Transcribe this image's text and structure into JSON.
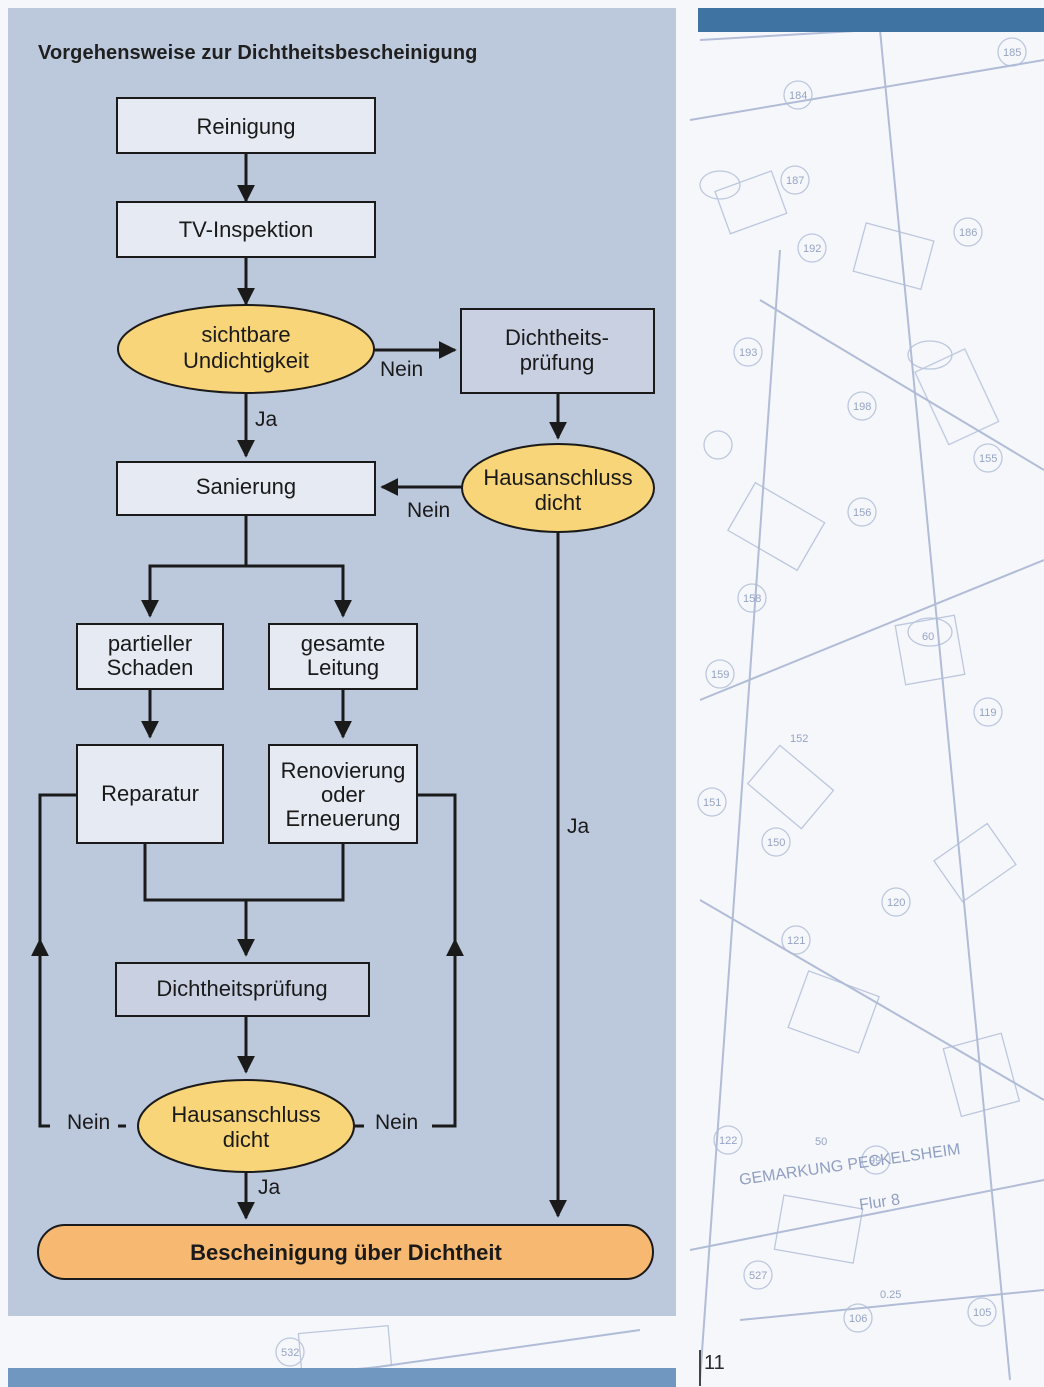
{
  "title": "Vorgehensweise zur Dichtheitsbescheinigung",
  "page_number": "11",
  "colors": {
    "panel": "#bcc8db",
    "box_fill": "#e6eaf2",
    "decision_fill": "#f8d578",
    "terminal_fill": "#f7b971",
    "accent_bar": "#3f73a2"
  },
  "nodes": {
    "reinigung": "Reinigung",
    "tv_inspektion": "TV-Inspektion",
    "sichtbare_undichtigkeit": [
      "sichtbare",
      "Undichtigkeit"
    ],
    "dichtheitspruefung_1": [
      "Dichtheits-",
      "prüfung"
    ],
    "hausanschluss_dicht_1": [
      "Hausanschluss",
      "dicht"
    ],
    "sanierung": "Sanierung",
    "partieller_schaden": [
      "partieller",
      "Schaden"
    ],
    "gesamte_leitung": [
      "gesamte",
      "Leitung"
    ],
    "reparatur": "Reparatur",
    "renovierung": [
      "Renovierung",
      "oder",
      "Erneuerung"
    ],
    "dichtheitspruefung_2": "Dichtheitsprüfung",
    "hausanschluss_dicht_2": [
      "Hausanschluss",
      "dicht"
    ],
    "bescheinigung": "Bescheinigung über Dichtheit"
  },
  "edge_labels": {
    "undicht_nein": "Nein",
    "undicht_ja": "Ja",
    "hausanschluss1_nein": "Nein",
    "hausanschluss1_ja": "Ja",
    "hausanschluss2_nein_left": "Nein",
    "hausanschluss2_nein_right": "Nein",
    "hausanschluss2_ja": "Ja"
  },
  "map_labels": [
    "185",
    "184",
    "187",
    "186",
    "192",
    "193",
    "198",
    "156",
    "155",
    "159",
    "158",
    "119",
    "152",
    "151",
    "150",
    "120",
    "121",
    "122",
    "99",
    "50",
    "60",
    "527",
    "106",
    "105",
    "532",
    "0.25",
    "GEMARKUNG PECKELSHEIM",
    "Flur 8"
  ]
}
